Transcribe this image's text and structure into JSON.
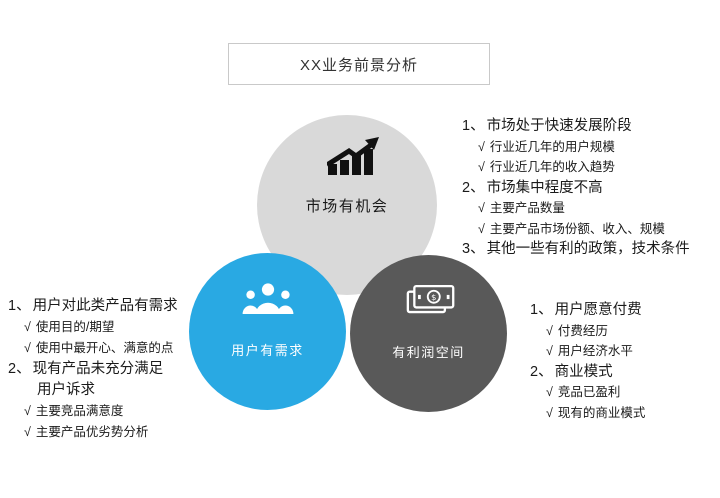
{
  "title": "XX业务前景分析",
  "symbols": {
    "check": "√"
  },
  "colors": {
    "market_circle": "#d9d9d9",
    "users_circle": "#29a9e3",
    "profit_circle": "#595959",
    "text": "#1a1a1a"
  },
  "icons": {
    "market": "bar-chart-trend-icon",
    "users": "people-group-icon",
    "profit": "money-banknote-icon",
    "money_symbol": "$"
  },
  "circles": {
    "market": {
      "label": "市场有机会"
    },
    "users": {
      "label": "用户有需求"
    },
    "profit": {
      "label": "有利润空间"
    }
  },
  "notes": {
    "market": {
      "lines": [
        {
          "num": "1、",
          "text": "市场处于快速发展阶段"
        },
        {
          "check": true,
          "text": "行业近几年的用户规模"
        },
        {
          "check": true,
          "text": "行业近几年的收入趋势"
        },
        {
          "num": "2、",
          "text": "市场集中程度不高"
        },
        {
          "check": true,
          "text": "主要产品数量"
        },
        {
          "check": true,
          "text": "主要产品市场份额、收入、规模"
        },
        {
          "num": "3、",
          "text": "其他一些有利的政策，技术条件"
        }
      ]
    },
    "users": {
      "lines": [
        {
          "num": "1、",
          "text": "用户对此类产品有需求"
        },
        {
          "check": true,
          "text": "使用目的/期望"
        },
        {
          "check": true,
          "text": "使用中最开心、满意的点"
        },
        {
          "num": "2、",
          "text": "现有产品未充分满足"
        },
        {
          "cont": true,
          "text": "用户诉求"
        },
        {
          "check": true,
          "text": "主要竞品满意度"
        },
        {
          "check": true,
          "text": "主要产品优劣势分析"
        }
      ]
    },
    "profit": {
      "lines": [
        {
          "num": "1、",
          "text": "用户愿意付费"
        },
        {
          "check": true,
          "text": "付费经历"
        },
        {
          "check": true,
          "text": "用户经济水平"
        },
        {
          "num": "2、",
          "text": "商业模式"
        },
        {
          "check": true,
          "text": "竞品已盈利"
        },
        {
          "check": true,
          "text": "现有的商业模式"
        }
      ]
    }
  }
}
